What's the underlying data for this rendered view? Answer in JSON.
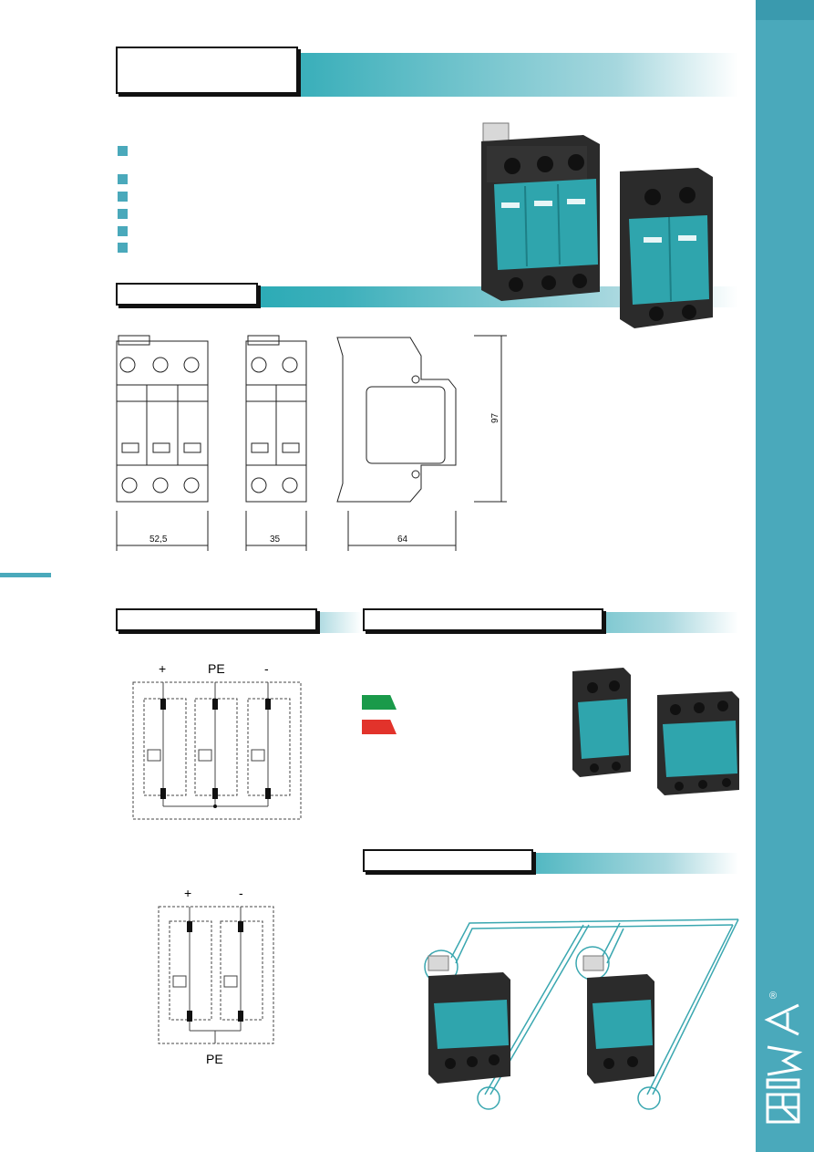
{
  "brand": {
    "name": "KIWA",
    "registered": "®"
  },
  "sections": {
    "header_title": "",
    "dimensions_title": "",
    "wiring_title": "",
    "status_title": "",
    "installation_title": ""
  },
  "features": [
    "",
    "",
    "",
    "",
    "",
    ""
  ],
  "dimensions": {
    "width_3p": "52,5",
    "width_2p": "35",
    "depth": "64",
    "height": "97"
  },
  "schematic_3p": {
    "pole_1": "+",
    "pole_2": "PE",
    "pole_3": "-"
  },
  "schematic_2p": {
    "pole_1": "+",
    "pole_2": "-",
    "bottom": "PE"
  },
  "status_indicator": {
    "ok_color": "#1a9a4a",
    "fault_color": "#e2332b"
  },
  "colors": {
    "accent": "#4aa9bb",
    "module": "#2fa5ad",
    "housing": "#2a2a2a"
  }
}
